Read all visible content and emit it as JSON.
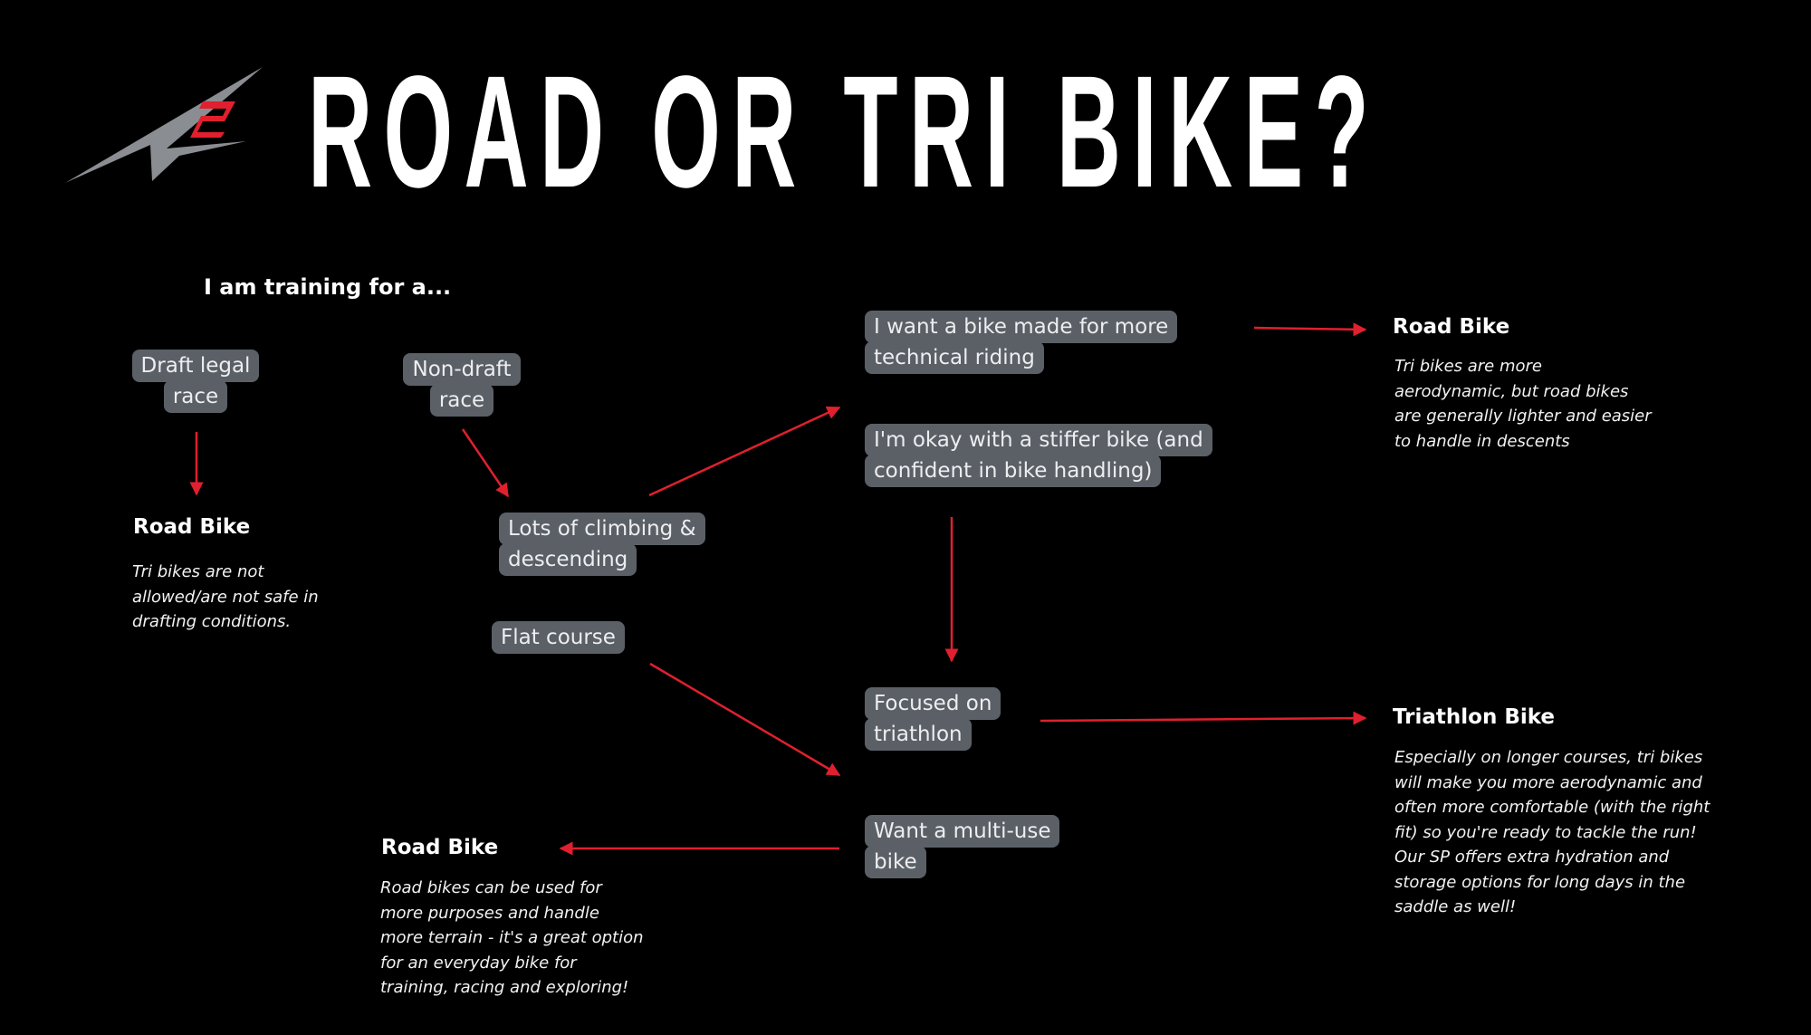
{
  "title": "ROAD OR TRI BIKE?",
  "logo": {
    "text": "A2",
    "colors": {
      "gray": "#8a8d91",
      "red": "#e0202e"
    }
  },
  "prompt": "I am training for a...",
  "accent_color": "#e0202e",
  "pill_color": "#5b6067",
  "nodes": {
    "draft_legal": [
      "Draft legal",
      "race"
    ],
    "non_draft": [
      "Non-draft",
      "race"
    ],
    "climbing": [
      "Lots of climbing &",
      "descending"
    ],
    "flat": [
      "Flat course"
    ],
    "technical": [
      "I want a bike made for more",
      "technical riding"
    ],
    "stiffer": [
      "I'm okay with a stiffer bike (and",
      "confident in bike handling)"
    ],
    "focused": [
      "Focused on",
      "triathlon"
    ],
    "multi_use": [
      "Want a multi-use",
      "bike"
    ]
  },
  "outcomes": {
    "road_left": {
      "title": "Road Bike",
      "lines": [
        "Tri bikes are not",
        "allowed/are not safe in",
        "drafting conditions."
      ]
    },
    "road_right": {
      "title": "Road Bike",
      "lines": [
        "Tri bikes are more",
        "aerodynamic, but road bikes",
        "are generally lighter and easier",
        "to handle in descents"
      ]
    },
    "triathlon": {
      "title": "Triathlon Bike",
      "lines": [
        "Especially on longer courses, tri bikes",
        "will make you more aerodynamic and",
        "often more comfortable (with the right",
        "fit) so you're ready to tackle the run!",
        "Our SP offers extra hydration and",
        "storage options for long days in the",
        "saddle as well!"
      ]
    },
    "road_bottom": {
      "title": "Road Bike",
      "lines": [
        "Road bikes can be used for",
        "more purposes and handle",
        "more terrain - it's a great option",
        "for an everyday bike for",
        "training, racing and exploring!"
      ]
    }
  }
}
